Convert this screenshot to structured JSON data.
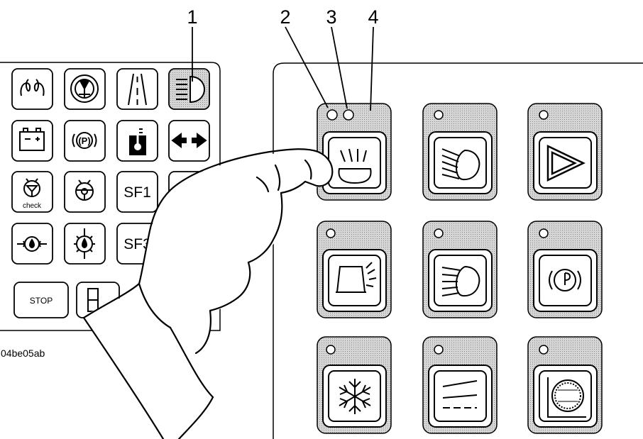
{
  "callouts": [
    "1",
    "2",
    "3",
    "4"
  ],
  "figure_code": "04be05ab",
  "left_panel": {
    "rows": [
      [
        {
          "icon": "glow-plug-icon"
        },
        {
          "icon": "steering-warning-icon"
        },
        {
          "icon": "lane-icon"
        },
        {
          "icon": "headlight-indicator-icon",
          "highlighted": true
        }
      ],
      [
        {
          "icon": "battery-icon"
        },
        {
          "icon": "parking-brake-icon",
          "text": "(P)"
        },
        {
          "icon": "coolant-temperature-icon"
        },
        {
          "icon": "turn-signal-icon"
        }
      ],
      [
        {
          "icon": "steering-check-icon",
          "text": "check"
        },
        {
          "icon": "steering-wheel-icon"
        },
        {
          "icon": "sf1-key",
          "text": "SF1"
        },
        {
          "icon": "blank-key"
        }
      ],
      [
        {
          "icon": "oil-pressure-icon"
        },
        {
          "icon": "engine-oil-temperature-icon"
        },
        {
          "icon": "sf3-key",
          "text": "SF3"
        },
        {
          "icon": "blank-key"
        }
      ]
    ],
    "stop_label": "STOP"
  },
  "right_panel": {
    "buttons": [
      {
        "name": "work-light-button",
        "icon": "work-light-icon"
      },
      {
        "name": "low-beam-button",
        "icon": "low-beam-icon"
      },
      {
        "name": "hazard-button",
        "icon": "hazard-triangle-icon"
      },
      {
        "name": "beacon-button",
        "icon": "beacon-light-icon"
      },
      {
        "name": "high-beam-button",
        "icon": "high-beam-icon"
      },
      {
        "name": "parking-brake-button",
        "icon": "parking-brake-icon"
      },
      {
        "name": "air-conditioning-button",
        "icon": "snowflake-icon"
      },
      {
        "name": "wiper-button",
        "icon": "wiper-icon"
      },
      {
        "name": "tachograph-button",
        "icon": "tachograph-icon"
      }
    ]
  }
}
